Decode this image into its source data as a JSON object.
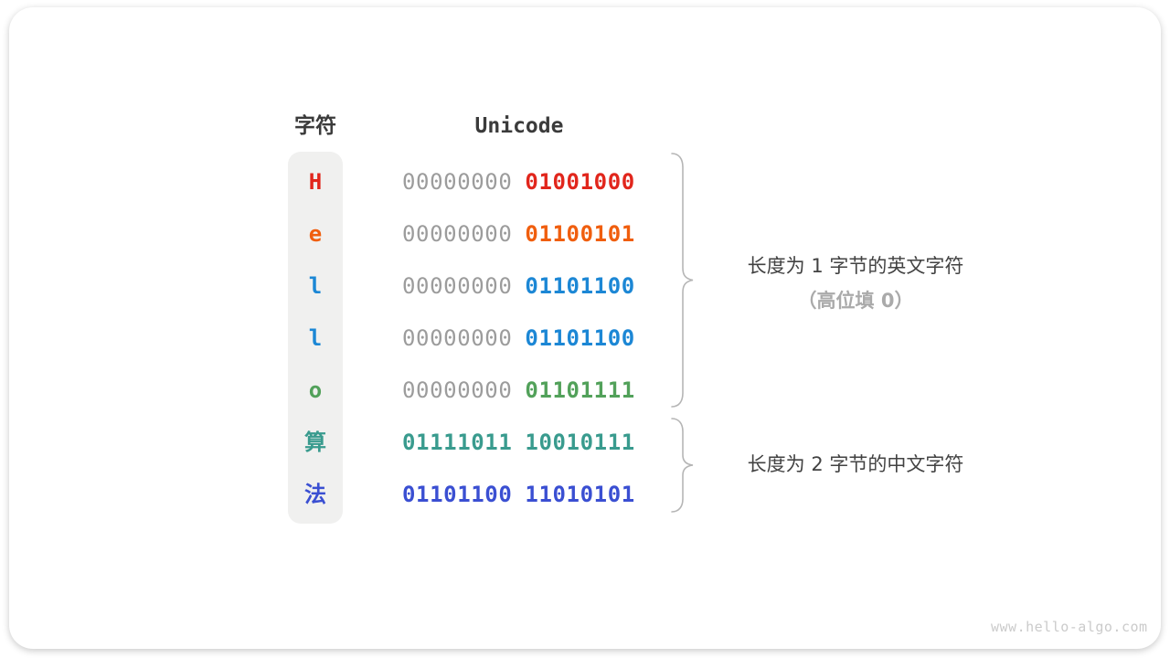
{
  "table": {
    "headers": {
      "char_col": "字符",
      "unicode_col": "Unicode"
    },
    "rows": [
      {
        "char": "H",
        "color": "#e1261c",
        "high_byte": "00000000",
        "low_byte": "01001000",
        "high_byte_padded": true
      },
      {
        "char": "e",
        "color": "#f05e0e",
        "high_byte": "00000000",
        "low_byte": "01100101",
        "high_byte_padded": true
      },
      {
        "char": "l",
        "color": "#1c87d5",
        "high_byte": "00000000",
        "low_byte": "01101100",
        "high_byte_padded": true
      },
      {
        "char": "l",
        "color": "#1c87d5",
        "high_byte": "00000000",
        "low_byte": "01101100",
        "high_byte_padded": true
      },
      {
        "char": "o",
        "color": "#52a15a",
        "high_byte": "00000000",
        "low_byte": "01101111",
        "high_byte_padded": true
      },
      {
        "char": "算",
        "color": "#399b8e",
        "high_byte": "01111011",
        "low_byte": "10010111",
        "high_byte_padded": false
      },
      {
        "char": "法",
        "color": "#3a4fd2",
        "high_byte": "01101100",
        "low_byte": "11010101",
        "high_byte_padded": false
      }
    ]
  },
  "annotations": {
    "english": {
      "line1": "长度为 1 字节的英文字符",
      "line2": "（高位填 0）"
    },
    "chinese": {
      "line1": "长度为 2 字节的中文字符"
    }
  },
  "colors": {
    "padding_byte_gray": "#9c9c9c",
    "header_text": "#3b3b3b",
    "brace_stroke": "#b5b5b5",
    "char_column_bg": "#f0f0ef"
  },
  "watermark": "www.hello-algo.com"
}
